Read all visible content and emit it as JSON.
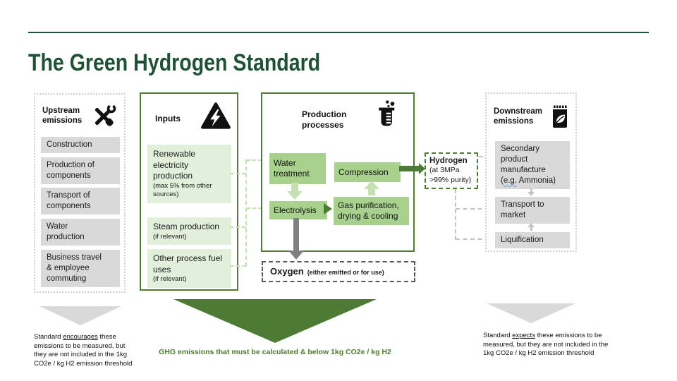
{
  "title": "The Green Hydrogen Standard",
  "colors": {
    "brand_dark_green": "#1f5137",
    "border_green": "#4e7b33",
    "box_green_light": "#e2efda",
    "box_green_mid": "#a9d18e",
    "arrow_green_pale": "#c5e0b3",
    "gray_box": "#d9d9d9",
    "gray_arrow": "#c3c3c3",
    "dark_gray_arrow": "#808080"
  },
  "icons": {
    "upstream": "tools-icon",
    "inputs": "high-voltage-icon",
    "production": "beaker-icon",
    "downstream": "fertilizer-bag-icon"
  },
  "upstream": {
    "header": "Upstream emissions",
    "items": [
      "Construction",
      "Production of components",
      "Transport of components",
      "Water production",
      "Business travel & employee commuting"
    ]
  },
  "inputs": {
    "header": "Inputs",
    "items": [
      {
        "main": "Renewable electricity production",
        "sub": "(max 5% from other sources)"
      },
      {
        "main": "Steam production",
        "sub": "(if relevant)"
      },
      {
        "main": "Other process fuel uses",
        "sub": "(if relevant)"
      }
    ]
  },
  "production": {
    "header": "Production processes",
    "water": "Water treatment",
    "compression": "Compression",
    "electrolysis": "Electrolysis",
    "gas": "Gas purification, drying & cooling"
  },
  "hydrogen": {
    "name": "Hydrogen",
    "line1": "(at 3MPa",
    "line2": ">99% purity)"
  },
  "oxygen": {
    "name": "Oxygen",
    "detail": "(either emitted or for use)"
  },
  "downstream": {
    "header": "Downstream emissions",
    "secondary_main": "Secondary product manufacture ",
    "secondary_paren": "(",
    "secondary_eg": "e.g.",
    "secondary_rest": " Ammonia)",
    "transport": "Transport to market",
    "liquification": "Liquification"
  },
  "banner": "GHG emissions that must be calculated & below 1kg CO2e / kg H2",
  "footnotes": {
    "left_pre": "Standard ",
    "left_u": "encourages",
    "left_post": " these emissions to be measured, but they are not included in the 1kg CO2e / kg H2 emission threshold",
    "right_pre": "Standard ",
    "right_u": "expects",
    "right_post": " these emissions to be measured, but they are not included in the 1kg CO2e / kg H2 emission threshold"
  }
}
